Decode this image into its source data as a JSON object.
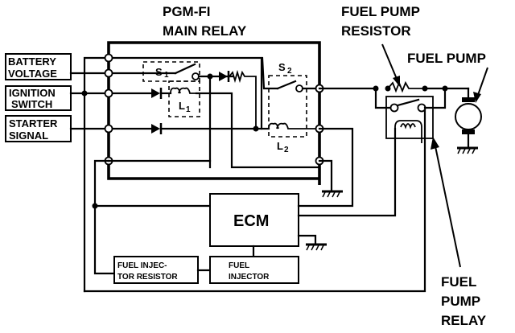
{
  "diagram": {
    "type": "wiring-schematic",
    "labels": {
      "main_relay": [
        "PGM-FI",
        "MAIN RELAY"
      ],
      "fuel_pump_resistor": [
        "FUEL PUMP",
        "RESISTOR"
      ],
      "fuel_pump": "FUEL PUMP",
      "fuel_pump_relay": [
        "FUEL",
        "PUMP",
        "RELAY"
      ],
      "battery_voltage": [
        "BATTERY",
        "VOLTAGE"
      ],
      "ignition_switch": [
        "IGNITION",
        "SWITCH"
      ],
      "starter_signal": [
        "STARTER",
        "SIGNAL"
      ],
      "ecm": "ECM",
      "fuel_injector_resistor": [
        "FUEL INJEC-",
        "TOR RESISTOR"
      ],
      "fuel_injector": [
        "FUEL",
        "INJECTOR"
      ],
      "s1": "S",
      "s1_sub": "1",
      "s2": "S",
      "s2_sub": "2",
      "l1": "L",
      "l1_sub": "1",
      "l2": "L",
      "l2_sub": "2"
    },
    "components": [
      "battery-voltage-input",
      "ignition-switch-input",
      "starter-signal-input",
      "pgm-fi-main-relay",
      "switch-s1",
      "coil-l1",
      "switch-s2",
      "coil-l2",
      "ecm",
      "fuel-injector-resistor",
      "fuel-injector",
      "fuel-pump-resistor",
      "fuel-pump-relay",
      "fuel-pump"
    ]
  }
}
